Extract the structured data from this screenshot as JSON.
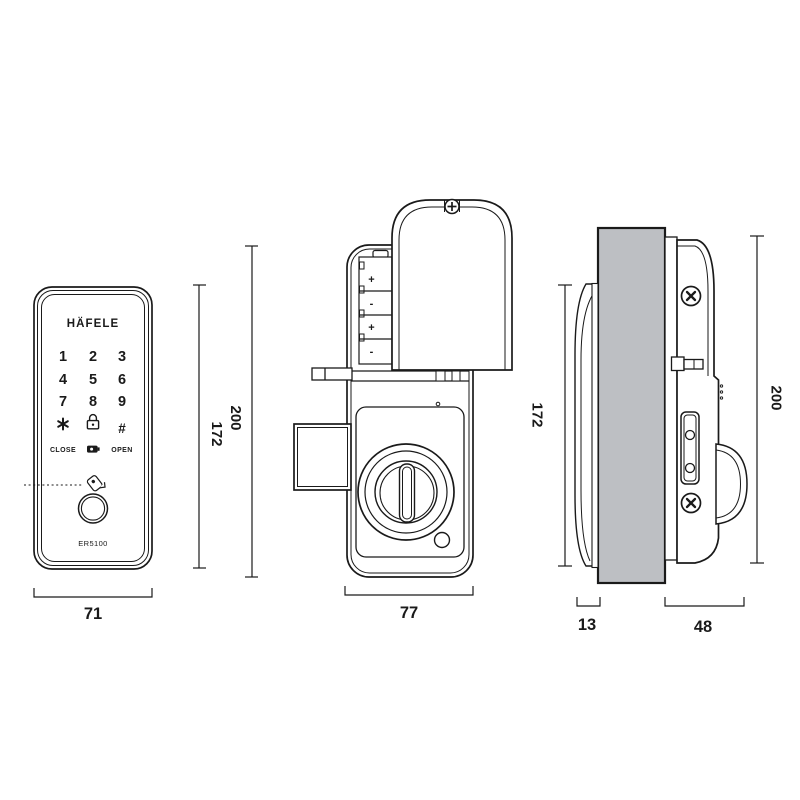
{
  "front": {
    "brand": "HÄFELE",
    "model": "ER5100",
    "keys": [
      "1",
      "2",
      "3",
      "4",
      "5",
      "6",
      "7",
      "8",
      "9"
    ],
    "star": "*",
    "hash": "#",
    "close_label": "CLOSE",
    "open_label": "OPEN"
  },
  "back": {
    "signs": [
      "+",
      "-",
      "+",
      "-"
    ]
  },
  "dims": {
    "front_width": "71",
    "front_height": "172",
    "overall_height": "200",
    "back_width": "77",
    "side_front_height": "172",
    "side_back_height": "200",
    "door_thickness": "13",
    "back_depth": "48"
  },
  "colors": {
    "line": "#1a1a1a",
    "door_fill": "#bdbfc3",
    "background": "#ffffff"
  }
}
